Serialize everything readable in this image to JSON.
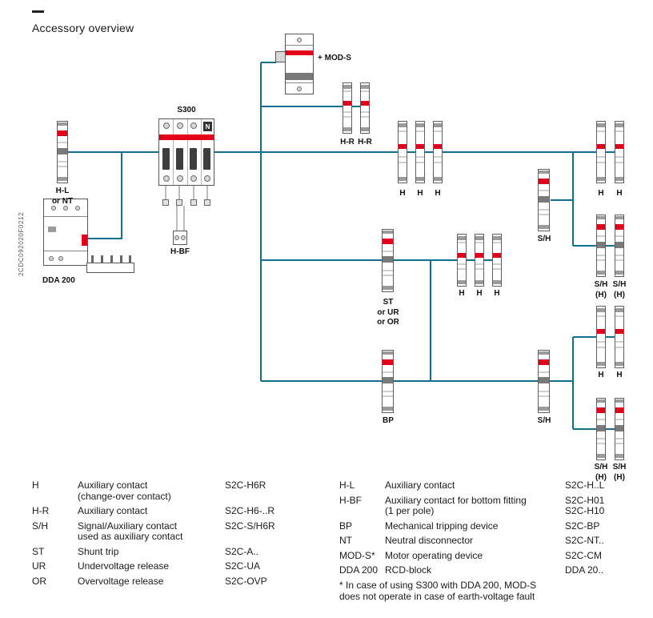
{
  "page": {
    "title": "Accessory overview",
    "doc_code": "2CDC092020F0212"
  },
  "colors": {
    "line": "#136f8f",
    "red": "#e2001a"
  },
  "diagram": {
    "labels": {
      "s300": "S300",
      "n_pole": "N",
      "mod_s": "+ MOD-S",
      "h_l": "H-L\nor NT",
      "h_bf": "H-BF",
      "dda_200": "DDA 200",
      "h_r": "H-R",
      "h": "H",
      "s_h": "S/H",
      "s_h_h": "S/H\n(H)",
      "st_ur_or": "ST\nor UR\nor OR",
      "bp": "BP"
    }
  },
  "legend": {
    "left": [
      {
        "abbr": "H",
        "desc": "Auxiliary contact\n(change-over contact)",
        "part": "S2C-H6R"
      },
      {
        "abbr": "H-R",
        "desc": "Auxiliary contact",
        "part": "S2C-H6-..R"
      },
      {
        "abbr": "S/H",
        "desc": "Signal/Auxiliary contact\nused as auxiliary contact",
        "part": "S2C-S/H6R"
      },
      {
        "abbr": "ST",
        "desc": "Shunt trip",
        "part": "S2C-A.."
      },
      {
        "abbr": "UR",
        "desc": "Undervoltage release",
        "part": "S2C-UA"
      },
      {
        "abbr": "OR",
        "desc": "Overvoltage release",
        "part": "S2C-OVP"
      }
    ],
    "right": [
      {
        "abbr": "H-L",
        "desc": "Auxiliary contact",
        "part": "S2C-H..L"
      },
      {
        "abbr": "H-BF",
        "desc": "Auxiliary contact for bottom fitting\n(1 per pole)",
        "part": "S2C-H01\nS2C-H10"
      },
      {
        "abbr": "BP",
        "desc": "Mechanical tripping device",
        "part": "S2C-BP"
      },
      {
        "abbr": "NT",
        "desc": "Neutral disconnector",
        "part": "S2C-NT.."
      },
      {
        "abbr": "MOD-S*",
        "desc": "Motor operating device",
        "part": "S2C-CM"
      },
      {
        "abbr": "DDA 200",
        "desc": "RCD-block",
        "part": "DDA 20.."
      }
    ],
    "footnote": "* In case of using S300 with DDA 200, MOD-S\ndoes not operate in case of earth-voltage fault"
  }
}
